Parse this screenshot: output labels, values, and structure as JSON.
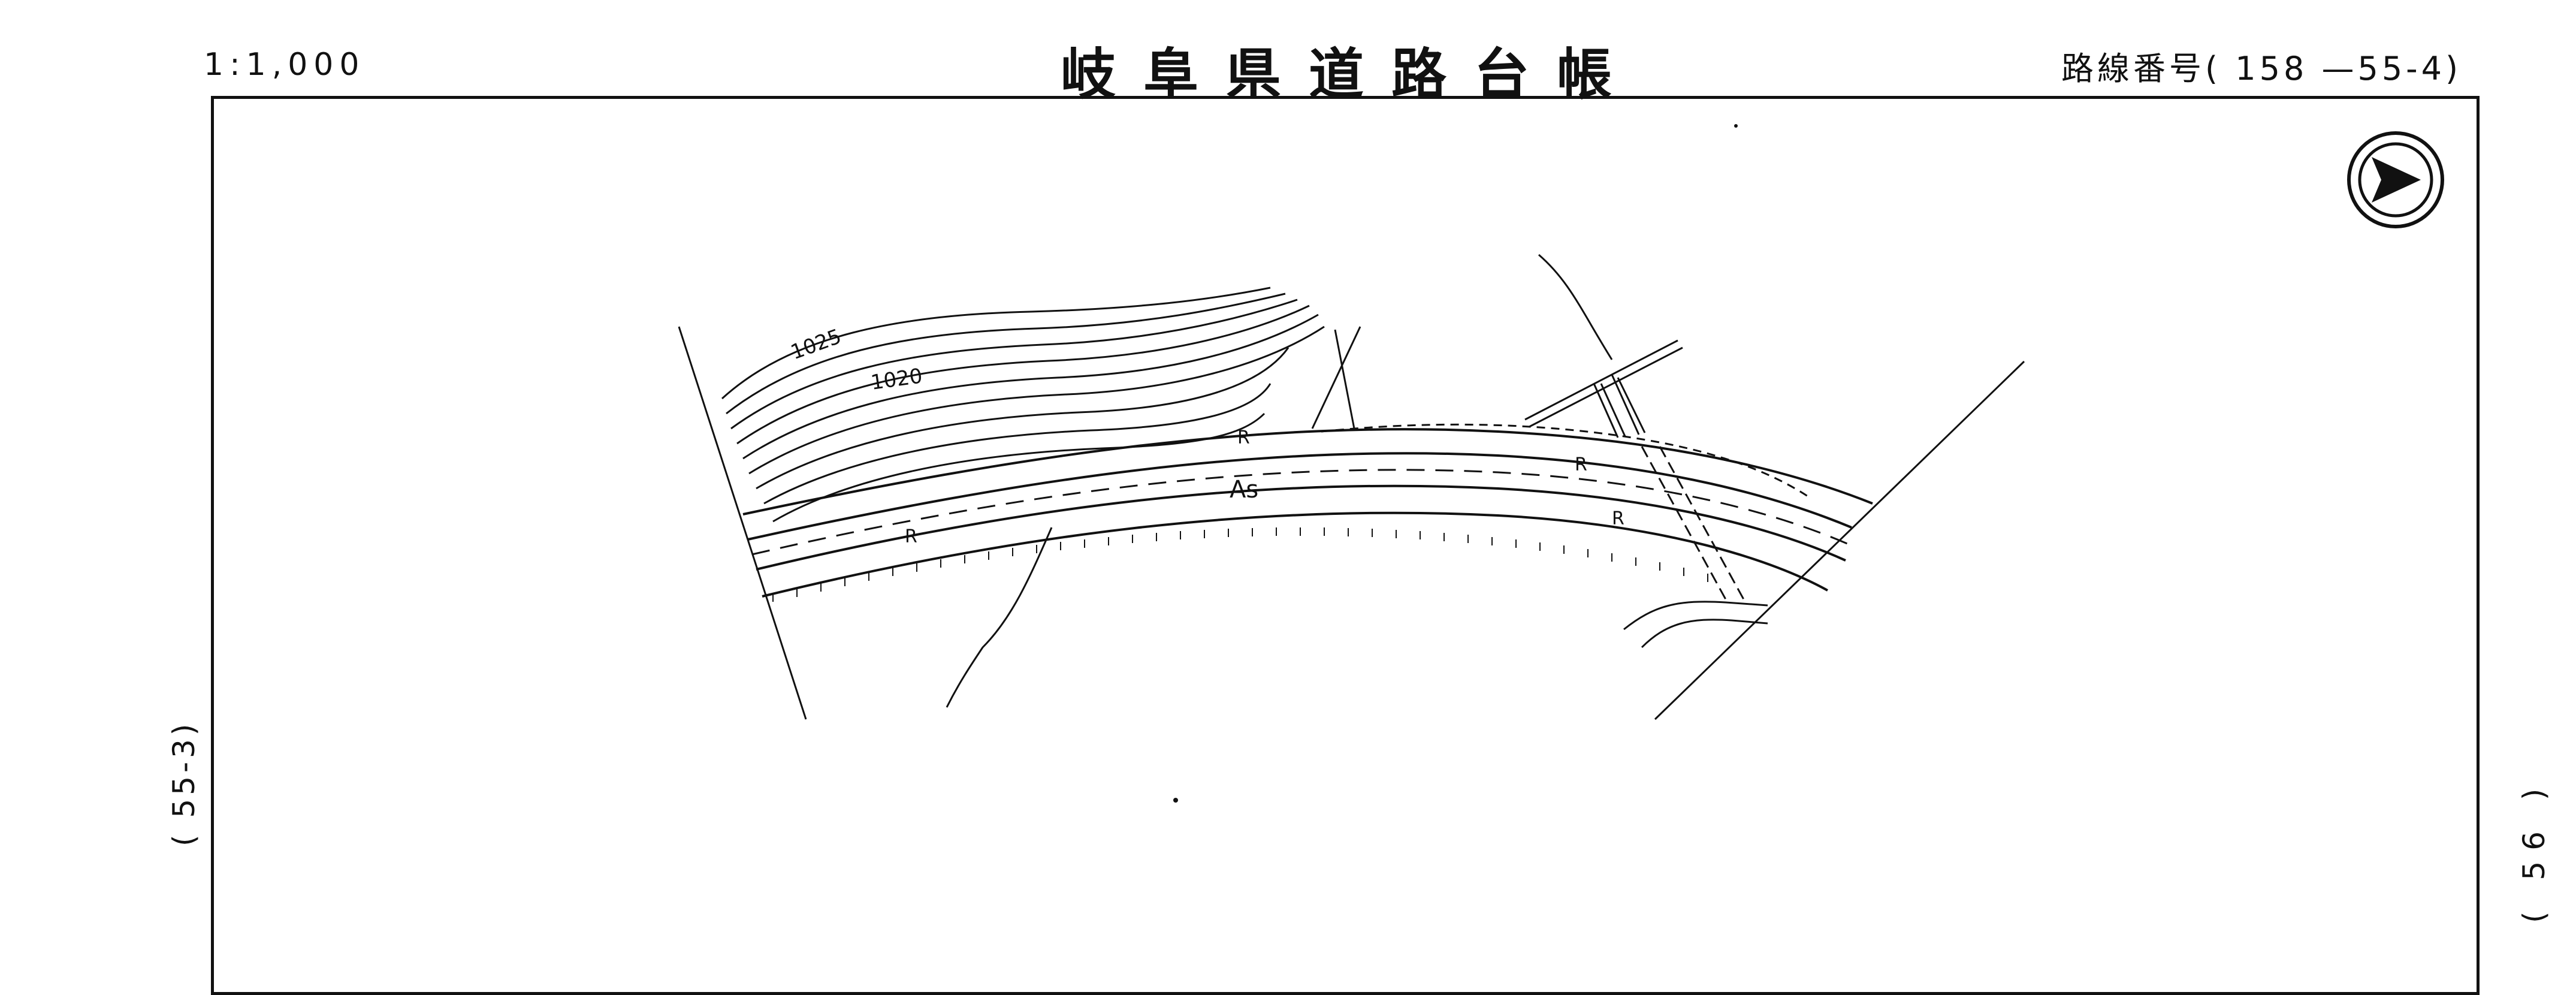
{
  "header": {
    "scale": "1:1,000",
    "title": "岐阜県道路台帳",
    "route_number": "路線番号( 158 —55-4)"
  },
  "margin": {
    "left_sheet_ref": "( 55-3)",
    "right_sheet_ref": "( 56 )"
  },
  "map": {
    "contour_labels": [
      "1025",
      "1020"
    ],
    "pavement_label": "As",
    "retaining_wall_marks": [
      "R",
      "R",
      "R",
      "R"
    ],
    "north_arrow_icon": "north-arrow-icon"
  }
}
